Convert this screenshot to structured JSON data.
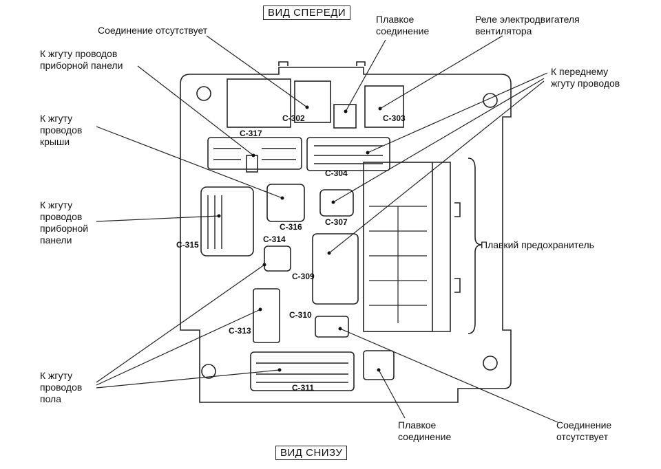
{
  "title_top": "ВИД СПЕРЕДИ",
  "title_bottom": "ВИД СНИЗУ",
  "labels": {
    "no_connection_top": "Соединение отсутствует",
    "fuse_link_top": "Плавкое\nсоединение",
    "fan_relay": "Реле электродвигателя\nвентилятора",
    "dash_harness_top": "К жгуту проводов\nприборной панели",
    "front_harness": "К переднему\nжгуту проводов",
    "roof_harness": "К жгуту\nпроводов\nкрыши",
    "dash_harness_left": "К жгуту\nпроводов\nприборной\nпанели",
    "fuse": "Плавкий предохранитель",
    "floor_harness": "К жгуту\nпроводов\nпола",
    "fuse_link_bottom": "Плавкое\nсоединение",
    "no_connection_bottom": "Соединение\nотсутствует"
  },
  "connectors": {
    "c302": "C-302",
    "c303": "C-303",
    "c317": "C-317",
    "c304": "C-304",
    "c316": "C-316",
    "c307": "C-307",
    "c315": "C-315",
    "c314": "C-314",
    "c309": "C-309",
    "c310": "C-310",
    "c313": "C-313",
    "c311": "C-311"
  }
}
